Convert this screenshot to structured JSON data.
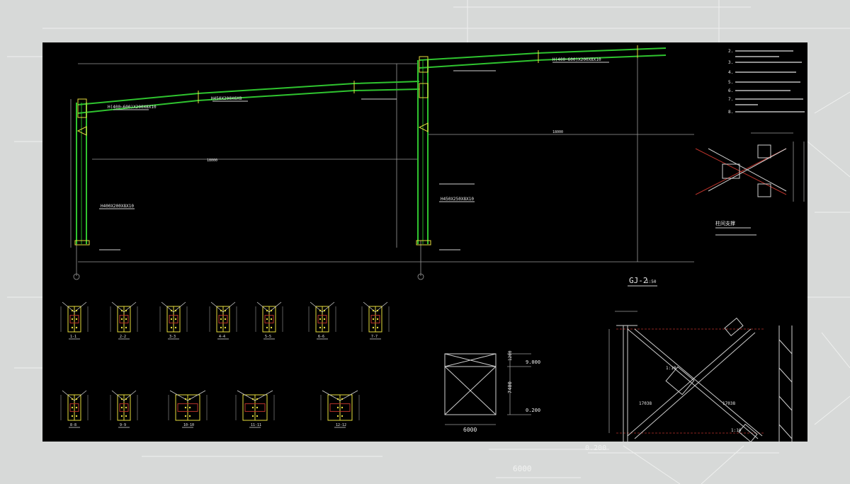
{
  "labels": {
    "frame_title": "GJ-2",
    "frame_scale": "1:50",
    "bracing_dim_bottom": "6000",
    "bracing_elev_upper": "9.000",
    "bracing_elev_lower": "0.200",
    "bracing_height_upper": "1200",
    "bracing_height_lower": "7400",
    "section_labels": [
      "1-1",
      "2-2",
      "3-3",
      "4-4",
      "5-5",
      "6-6",
      "7-7",
      "8-8",
      "9-9",
      "10-10",
      "11-11",
      "12-12"
    ],
    "x_brace_dim_a": "1:10",
    "x_brace_dim_b": "17038",
    "x_brace_dim_c": "1:10",
    "cross_brace_title": "柱间支撑",
    "bg_dim_bottom": "6000",
    "bg_elev": "0.200"
  },
  "colors": {
    "background": "#d7d9d8",
    "canvas": "#000000",
    "member": "#2fc42f",
    "annotation": "#e9e9e9",
    "highlight": "#e8e84a",
    "hidden_line": "#b8322a"
  }
}
